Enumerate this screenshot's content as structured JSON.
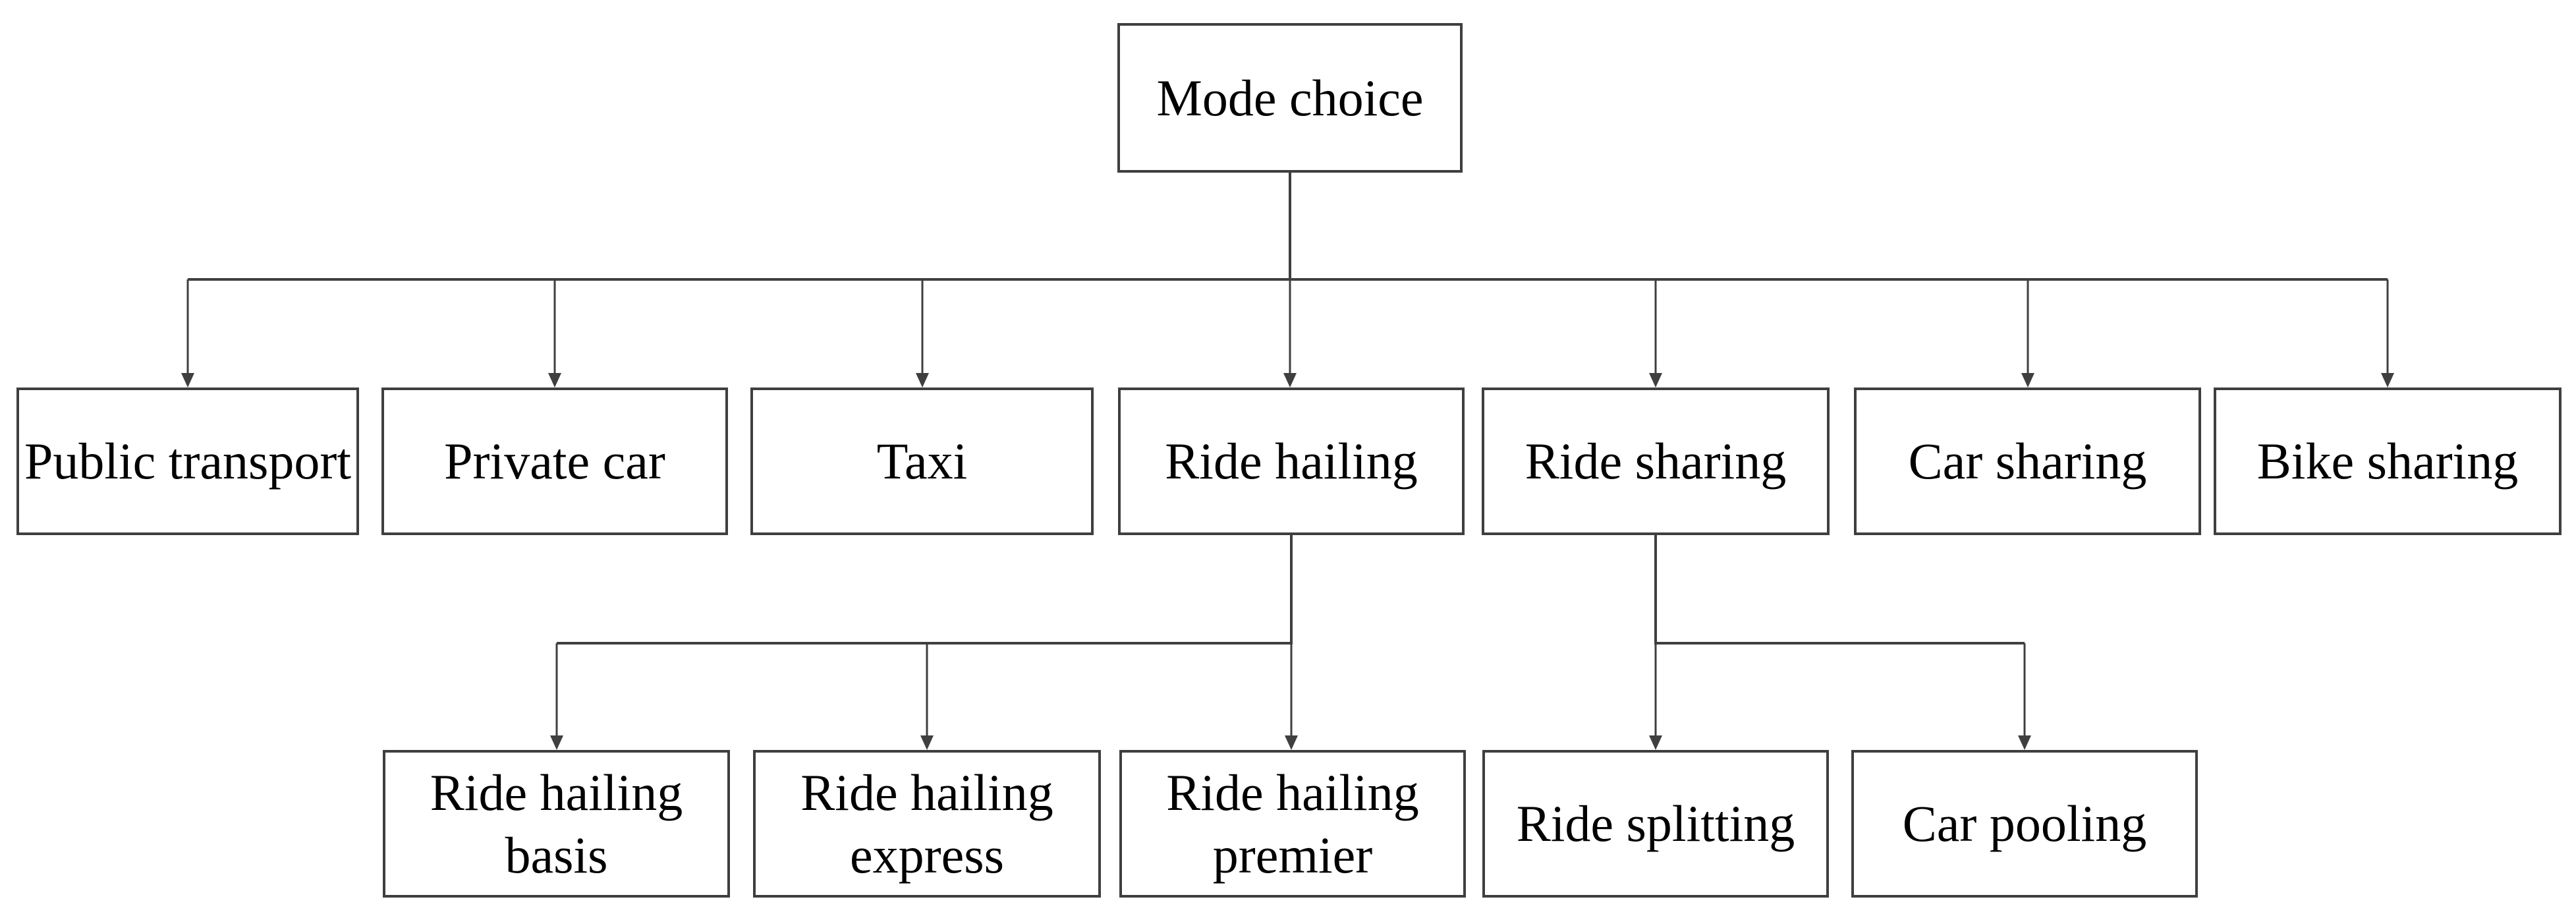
{
  "figure": {
    "root": {
      "label": "Mode choice"
    },
    "modes": [
      {
        "label": "Public transport"
      },
      {
        "label": "Private car"
      },
      {
        "label": "Taxi"
      },
      {
        "label": "Ride hailing"
      },
      {
        "label": "Ride sharing"
      },
      {
        "label": "Car sharing"
      },
      {
        "label": "Bike sharing"
      }
    ],
    "ride_hailing_children": [
      {
        "label": "Ride hailing basis"
      },
      {
        "label": "Ride hailing express"
      },
      {
        "label": "Ride hailing premier"
      }
    ],
    "ride_sharing_children": [
      {
        "label": "Ride splitting"
      },
      {
        "label": "Car pooling"
      }
    ],
    "colors": {
      "line": "#3f3f3f",
      "text": "#000000",
      "background": "#ffffff"
    }
  }
}
